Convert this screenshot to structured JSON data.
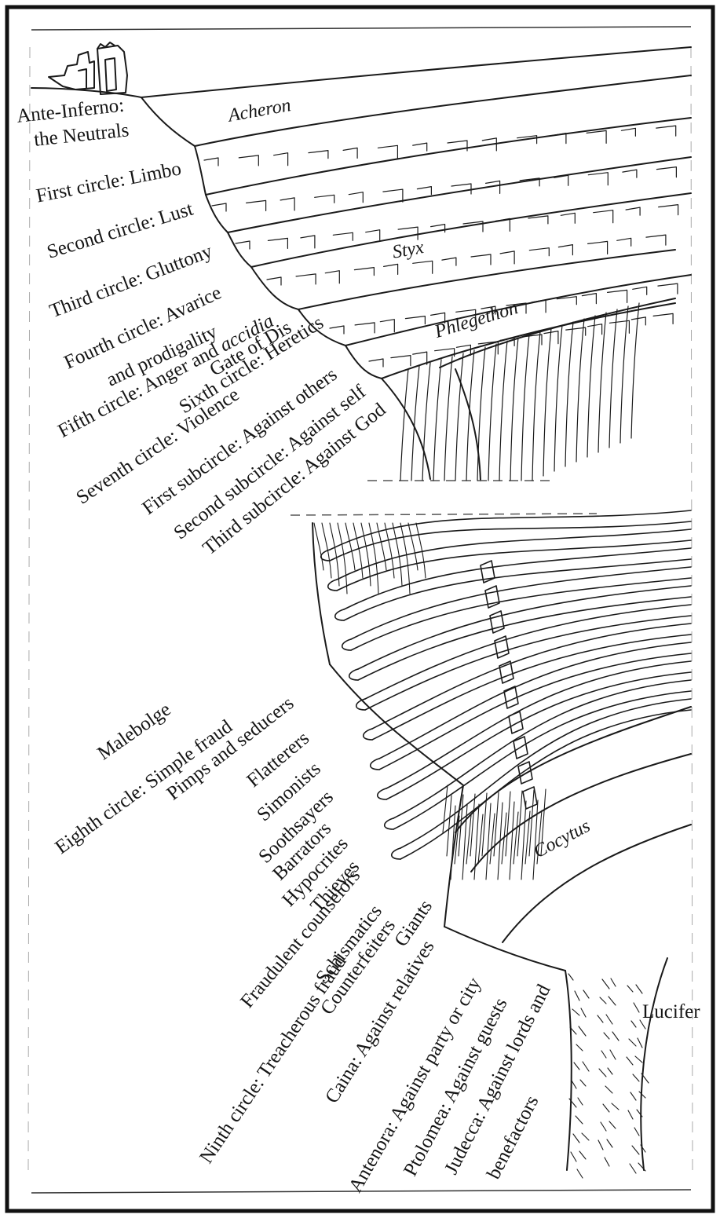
{
  "upper_hell": {
    "rivers": {
      "acheron": "Acheron",
      "styx": "Styx",
      "phlegethon": "Phlegethon"
    },
    "labels": {
      "ante_inferno_line1": "Ante-Inferno:",
      "ante_inferno_line2": "the Neutrals",
      "circle1": "First circle: Limbo",
      "circle2": "Second circle: Lust",
      "circle3": "Third circle: Gluttony",
      "circle4_line1": "Fourth circle: Avarice",
      "circle4_line2": "and prodigality",
      "circle5_prefix": "Fifth circle: Anger and ",
      "circle5_italic": "accidia",
      "gate_of_dis": "Gate of Dis",
      "circle6": "Sixth circle: Heretics",
      "circle7": "Seventh circle: Violence",
      "subcircle1": "First subcircle: Against others",
      "subcircle2": "Second subcircle: Against self",
      "subcircle3": "Third subcircle: Against God"
    }
  },
  "lower_hell": {
    "rivers": {
      "cocytus": "Cocytus"
    },
    "labels": {
      "malebolge": "Malebolge",
      "circle8": "Eighth circle: Simple fraud",
      "bolgia1": "Pimps and seducers",
      "bolgia2": "Flatterers",
      "bolgia3": "Simonists",
      "bolgia4": "Soothsayers",
      "bolgia5": "Barrators",
      "bolgia6": "Hypocrites",
      "bolgia7": "Thieves",
      "bolgia8": "Fraudulent counselors",
      "bolgia9": "Schismatics",
      "bolgia10": "Counterfeiters",
      "giants": "Giants",
      "circle9": "Ninth circle: Treacherous fraud",
      "caina": "Caina: Against relatives",
      "antenora": "Antenora: Against party or city",
      "ptolomea": "Ptolomea: Against guests",
      "judecca_line1": "Judecca: Against lords and",
      "judecca_line2": "benefactors",
      "lucifer": "Lucifer"
    }
  }
}
